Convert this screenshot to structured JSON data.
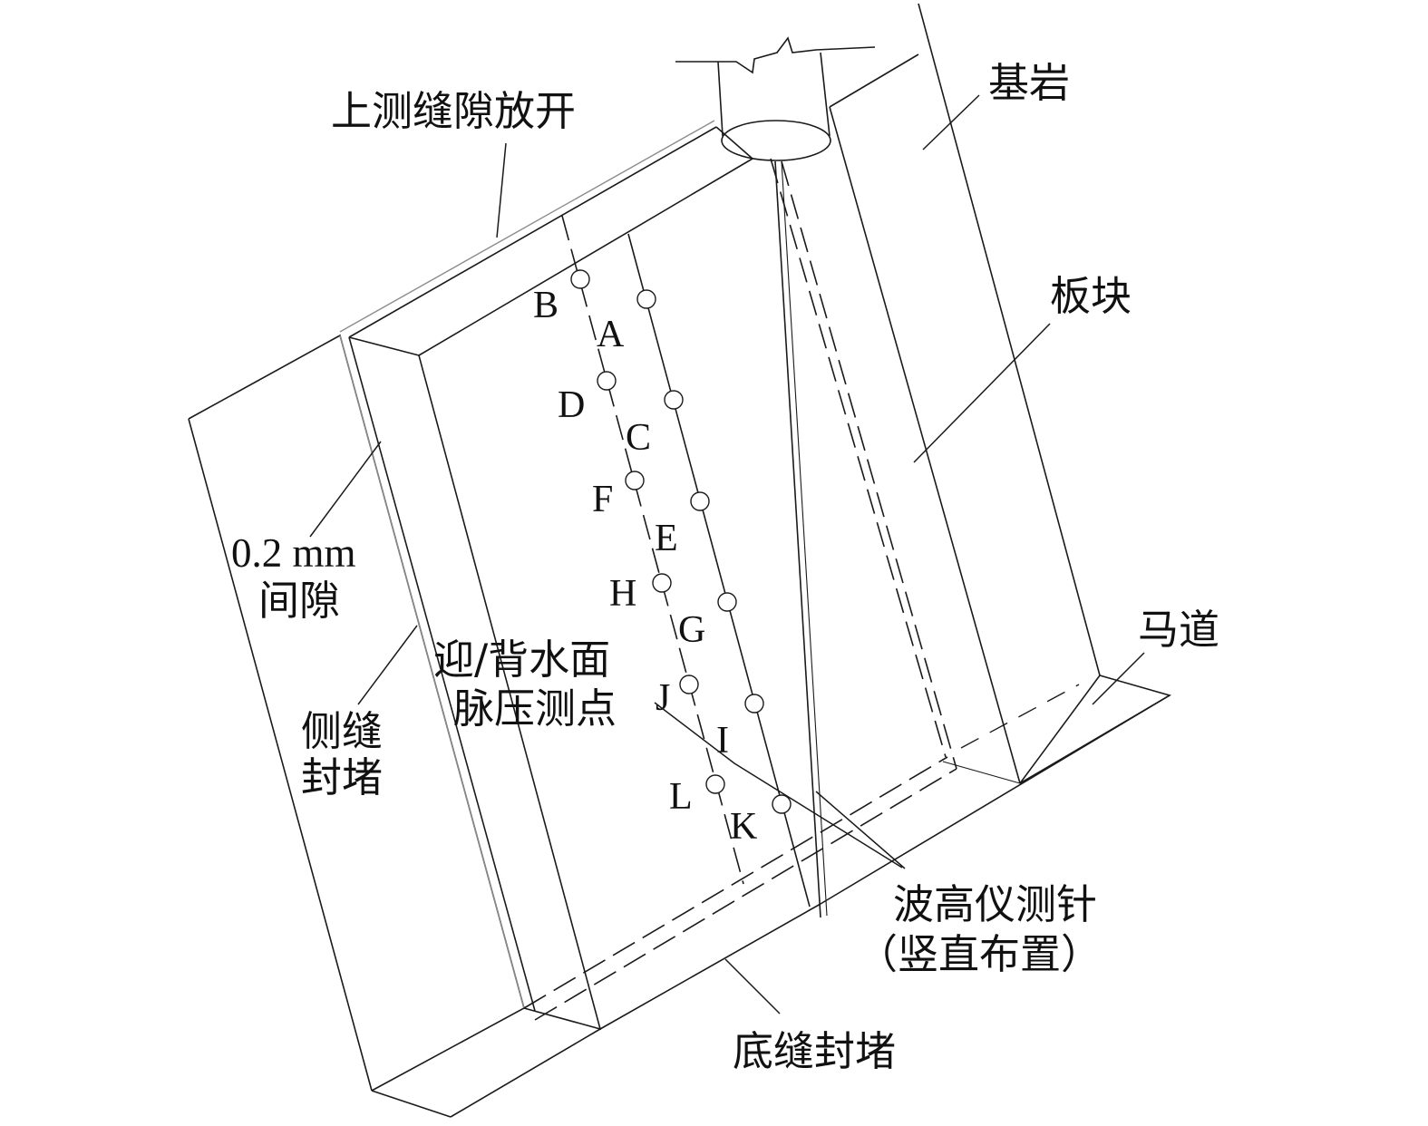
{
  "labels": {
    "upper_gap": "上测缝隙放开",
    "bedrock": "基岩",
    "slab": "板块",
    "side_gap_value": "0.2 mm",
    "side_gap_word": "间隙",
    "pressure_points_line1": "迎/背水面",
    "pressure_points_line2": "脉压测点",
    "side_seal_line1": "侧缝",
    "side_seal_line2": "封堵",
    "walkway": "马道",
    "wave_probe_line1": "波高仪测针",
    "wave_probe_line2": "（竖直布置）",
    "bottom_seal": "底缝封堵"
  },
  "points": [
    "A",
    "B",
    "C",
    "D",
    "E",
    "F",
    "G",
    "H",
    "I",
    "J",
    "K",
    "L"
  ]
}
